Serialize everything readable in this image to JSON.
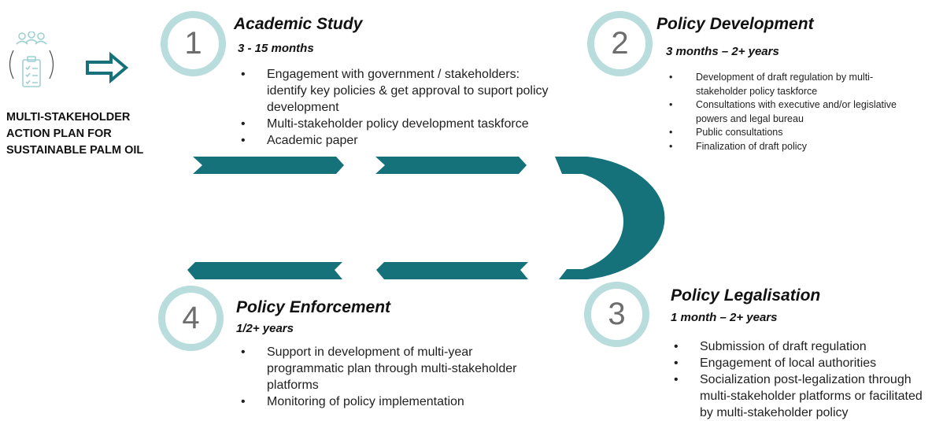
{
  "plan": {
    "icon": "stakeholders-clipboard-icon",
    "arrow_icon": "right-arrow-icon",
    "lines": [
      "MULTI-STAKEHOLDER",
      "ACTION PLAN FOR",
      "SUSTAINABLE PALM OIL"
    ]
  },
  "colors": {
    "accent": "#15727b",
    "circle": "#b9dcdd",
    "number": "#6d6d6d"
  },
  "stages": [
    {
      "number": "1",
      "title": "Academic Study",
      "duration": "3 - 15 months",
      "bullets": [
        "Engagement with government / stakeholders: identify key policies & get approval to suport policy development",
        "Multi-stakeholder policy development taskforce",
        "Academic paper"
      ]
    },
    {
      "number": "2",
      "title": "Policy Development",
      "duration": "3 months – 2+ years",
      "bullets": [
        "Development of draft regulation by multi-stakeholder policy taskforce",
        "Consultations with executive and/or legislative powers and legal bureau",
        "Public consultations",
        "Finalization of draft policy"
      ]
    },
    {
      "number": "3",
      "title": "Policy Legalisation",
      "duration": "1 month – 2+ years",
      "bullets": [
        "Submission of draft regulation",
        "Engagement of local authorities",
        "Socialization post-legalization through multi-stakeholder platforms or facilitated by multi-stakeholder policy"
      ]
    },
    {
      "number": "4",
      "title": "Policy Enforcement",
      "duration": "1/2+ years",
      "bullets": [
        "Support in development of multi-year programmatic plan through multi-stakeholder platforms",
        "Monitoring of policy implementation"
      ]
    }
  ]
}
